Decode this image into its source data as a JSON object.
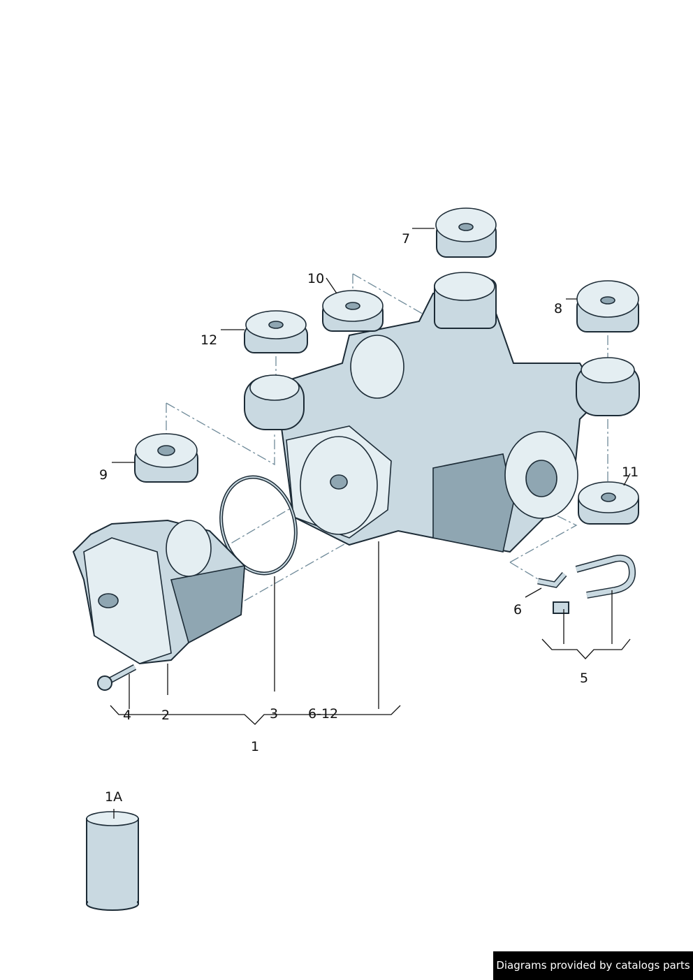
{
  "diagram": {
    "callouts": {
      "c1": "1",
      "c1A": "1A",
      "c2": "2",
      "c3": "3",
      "c4": "4",
      "c5": "5",
      "c6": "6",
      "c6_12": "6-12",
      "c7": "7",
      "c8": "8",
      "c9": "9",
      "c10": "10",
      "c11": "11",
      "c12": "12"
    }
  },
  "footer": {
    "credit": "Diagrams provided by catalogs parts"
  },
  "colors": {
    "part_fill": "#c9d9e1",
    "outline": "#1c2b36",
    "credit_bg": "#000000"
  }
}
